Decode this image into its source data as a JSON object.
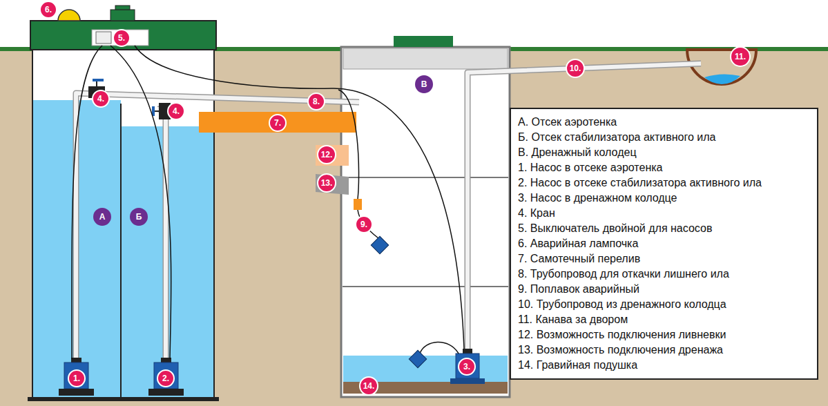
{
  "diagram": {
    "nodes": [
      {
        "text": [
          "6."
        ]
      },
      {
        "text": [
          "5."
        ]
      },
      {
        "text": [
          "11."
        ]
      },
      {
        "text": [
          "10."
        ]
      },
      {
        "text": [
          "В"
        ]
      },
      {
        "text": [
          "4."
        ]
      },
      {
        "text": [
          "8."
        ]
      },
      {
        "text": [
          "4."
        ]
      },
      {
        "text": [
          "7."
        ]
      },
      {
        "text": [
          "12."
        ]
      },
      {
        "text": [
          "13."
        ]
      },
      {
        "text": [
          "А. Отсек аэротенка",
          "Б. Отсек стабилизатора активного ила",
          "В. Дренажный колодец",
          "1. Насос в отсеке аэротенка",
          "2. Насос в отсеке стабилизатора активного ила",
          "3. Насос в дренажном колодце",
          "4. Кран",
          "5. Выключатель двойной для насосов",
          "6. Аварийная лампочка",
          "7. Самотечный перелив",
          "8. Трубопровод для откачки лишнего ила",
          "9. Поплавок аварийный",
          "10. Трубопровод из дренажного колодца",
          "11. Канава за двором",
          "12. Возможность подключения ливневки",
          "13. Возможность подключения дренажа",
          "14. Гравийная подушка"
        ]
      },
      {
        "text": [
          "А"
        ]
      },
      {
        "text": [
          "Б"
        ]
      },
      {
        "text": [
          "9."
        ]
      },
      {
        "text": [
          "3."
        ]
      },
      {
        "text": [
          "1."
        ]
      },
      {
        "text": [
          "2."
        ]
      },
      {
        "text": [
          "14."
        ]
      }
    ]
  }
}
